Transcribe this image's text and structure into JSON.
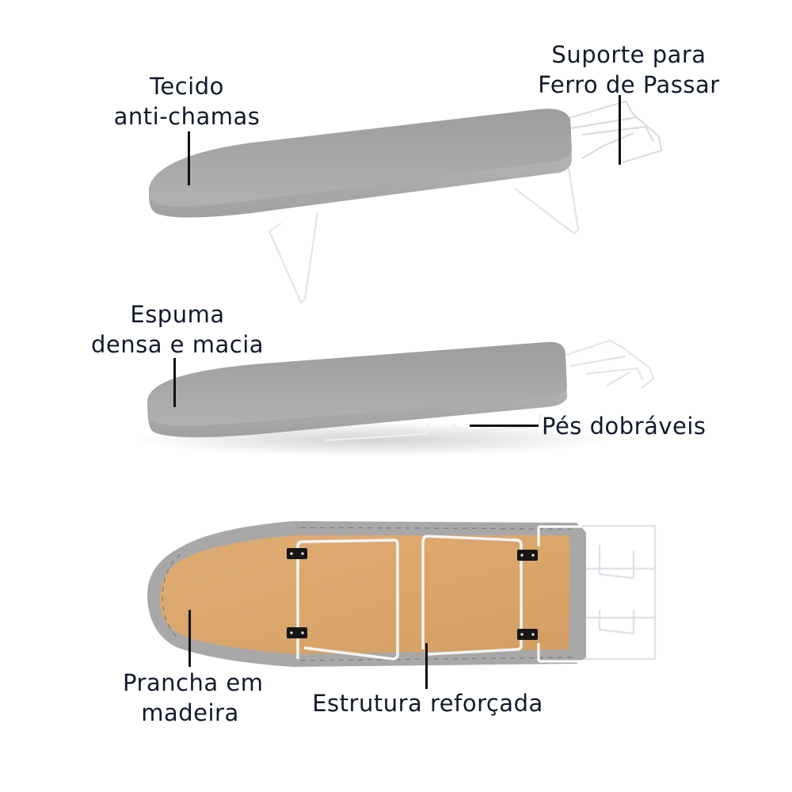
{
  "callouts": {
    "fabric": {
      "line1": "Tecido",
      "line2": "anti-chamas"
    },
    "iron_rest": {
      "line1": "Suporte para",
      "line2": "Ferro de Passar"
    },
    "foam": {
      "line1": "Espuma",
      "line2": "densa e macia"
    },
    "folding_legs": {
      "line1": "Pés dobráveis"
    },
    "wood_board": {
      "line1": "Prancha em",
      "line2": "madeira"
    },
    "frame": {
      "line1": "Estrutura reforçada"
    }
  },
  "colors": {
    "text": "#111a2a",
    "cover_gray": "#a9a9a9",
    "cover_edge": "#bdbdbd",
    "wood": "#d9a66c",
    "wire": "#ffffff",
    "hinge": "#1a1a1a",
    "background": "#ffffff"
  }
}
